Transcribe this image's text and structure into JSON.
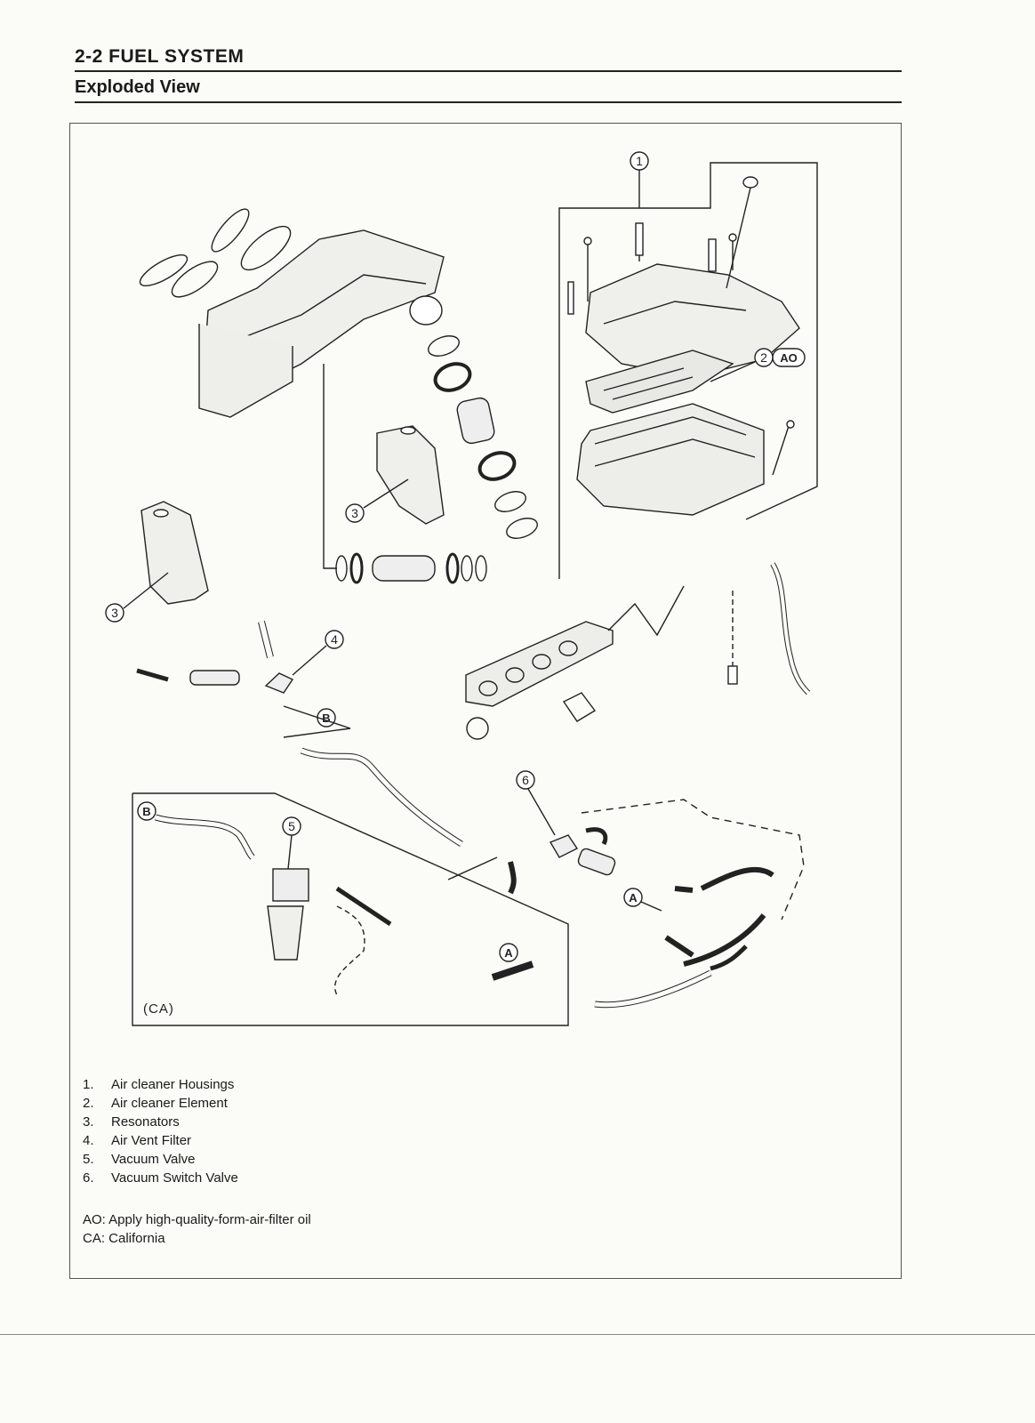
{
  "header": {
    "section_title": "2-2  FUEL SYSTEM",
    "subsection_title": "Exploded View"
  },
  "callouts": {
    "c1": "1",
    "c2": "2",
    "c2_ao": "AO",
    "c3": "3",
    "c4": "4",
    "c5": "5",
    "c6": "6",
    "a": "A",
    "b": "B",
    "ca": "(CA)"
  },
  "legend": [
    {
      "num": "1.",
      "label": "Air cleaner Housings"
    },
    {
      "num": "2.",
      "label": "Air cleaner Element"
    },
    {
      "num": "3.",
      "label": "Resonators"
    },
    {
      "num": "4.",
      "label": "Air Vent Filter"
    },
    {
      "num": "5.",
      "label": "Vacuum Valve"
    },
    {
      "num": "6.",
      "label": "Vacuum Switch Valve"
    }
  ],
  "notes": [
    "AO: Apply high-quality-form-air-filter oil",
    "CA: California"
  ]
}
